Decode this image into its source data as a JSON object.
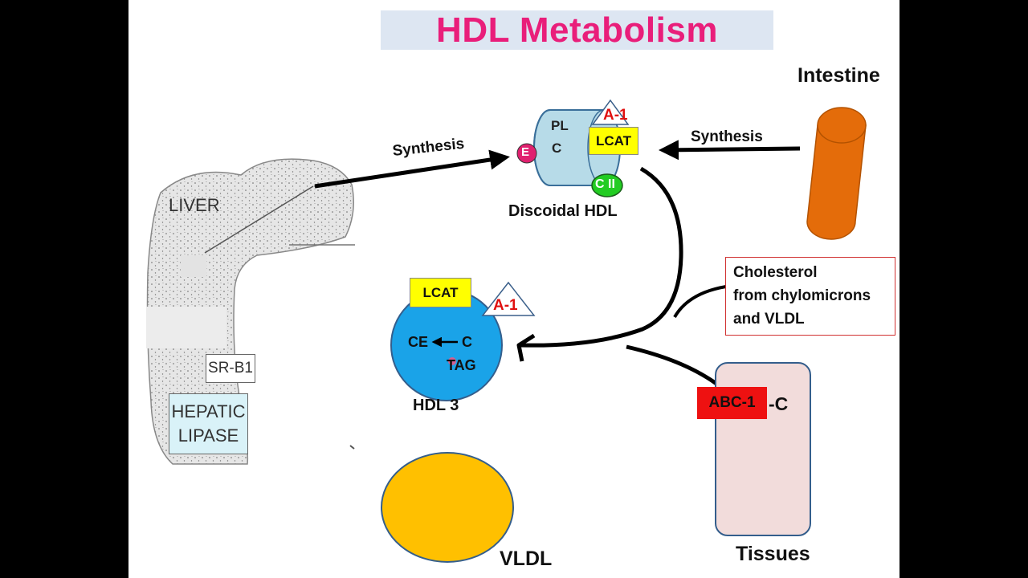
{
  "title": "HDL Metabolism",
  "labels": {
    "intestine": "Intestine",
    "synthesis_left": "Synthesis",
    "synthesis_right": "Synthesis",
    "discoidal_hdl": "Discoidal HDL",
    "hdl3": "HDL 3",
    "vldl": "VLDL",
    "tissues": "Tissues"
  },
  "discoidal": {
    "pl": "PL",
    "c": "C",
    "apo_e": "E",
    "apo_a1": "A-1",
    "lcat": "LCAT",
    "apo_c2": "C II"
  },
  "hdl3_particle": {
    "lcat": "LCAT",
    "apo_a1": "A-1",
    "ce": "CE",
    "c": "C",
    "tag": "TAG"
  },
  "cholesterol_box": {
    "line1": "Cholesterol",
    "line2": "from chylomicrons",
    "line3": "and VLDL"
  },
  "tissue": {
    "abc1": "ABC-1",
    "c_suffix": "-C"
  },
  "liver": {
    "label": "LIVER",
    "sr_b1": "SR-B1",
    "hepatic_line1": "HEPATIC",
    "hepatic_line2": "LIPASE"
  },
  "colors": {
    "title": "#e91e7a",
    "title_bg": "#dde6f2",
    "hdl3_fill": "#1aa3e8",
    "vldl_fill": "#ffc000",
    "intestine_fill": "#e46c0a",
    "discoidal_fill": "#b7dbe8",
    "tissues_fill": "#f2dcdb",
    "abc1_fill": "#ee1111",
    "apo_e_fill": "#e0206f",
    "apo_c2_fill": "#22cc22",
    "lcat_fill": "#ffff00",
    "hepatic_fill": "#d9f2f8"
  }
}
